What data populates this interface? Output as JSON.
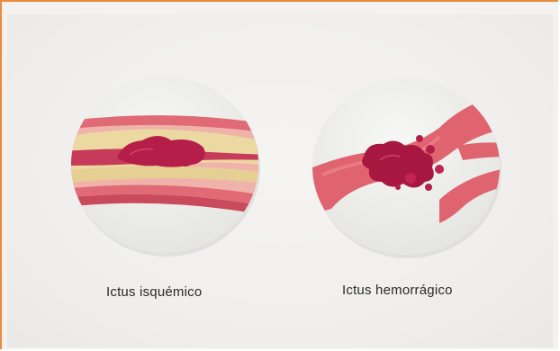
{
  "captions": {
    "ischemic": "Ictus isquémico",
    "hemorrhagic": "Ictus hemorrágico"
  },
  "icons": {
    "ischemic": "ischemic-stroke-artery-clot-illustration",
    "hemorrhagic": "hemorrhagic-stroke-ruptured-vessel-illustration"
  },
  "colors": {
    "frame_border": "#ee8a3c",
    "artery_wall": "#e06470",
    "blood_clot": "#b51e49",
    "plaque": "#ecd9a2"
  }
}
